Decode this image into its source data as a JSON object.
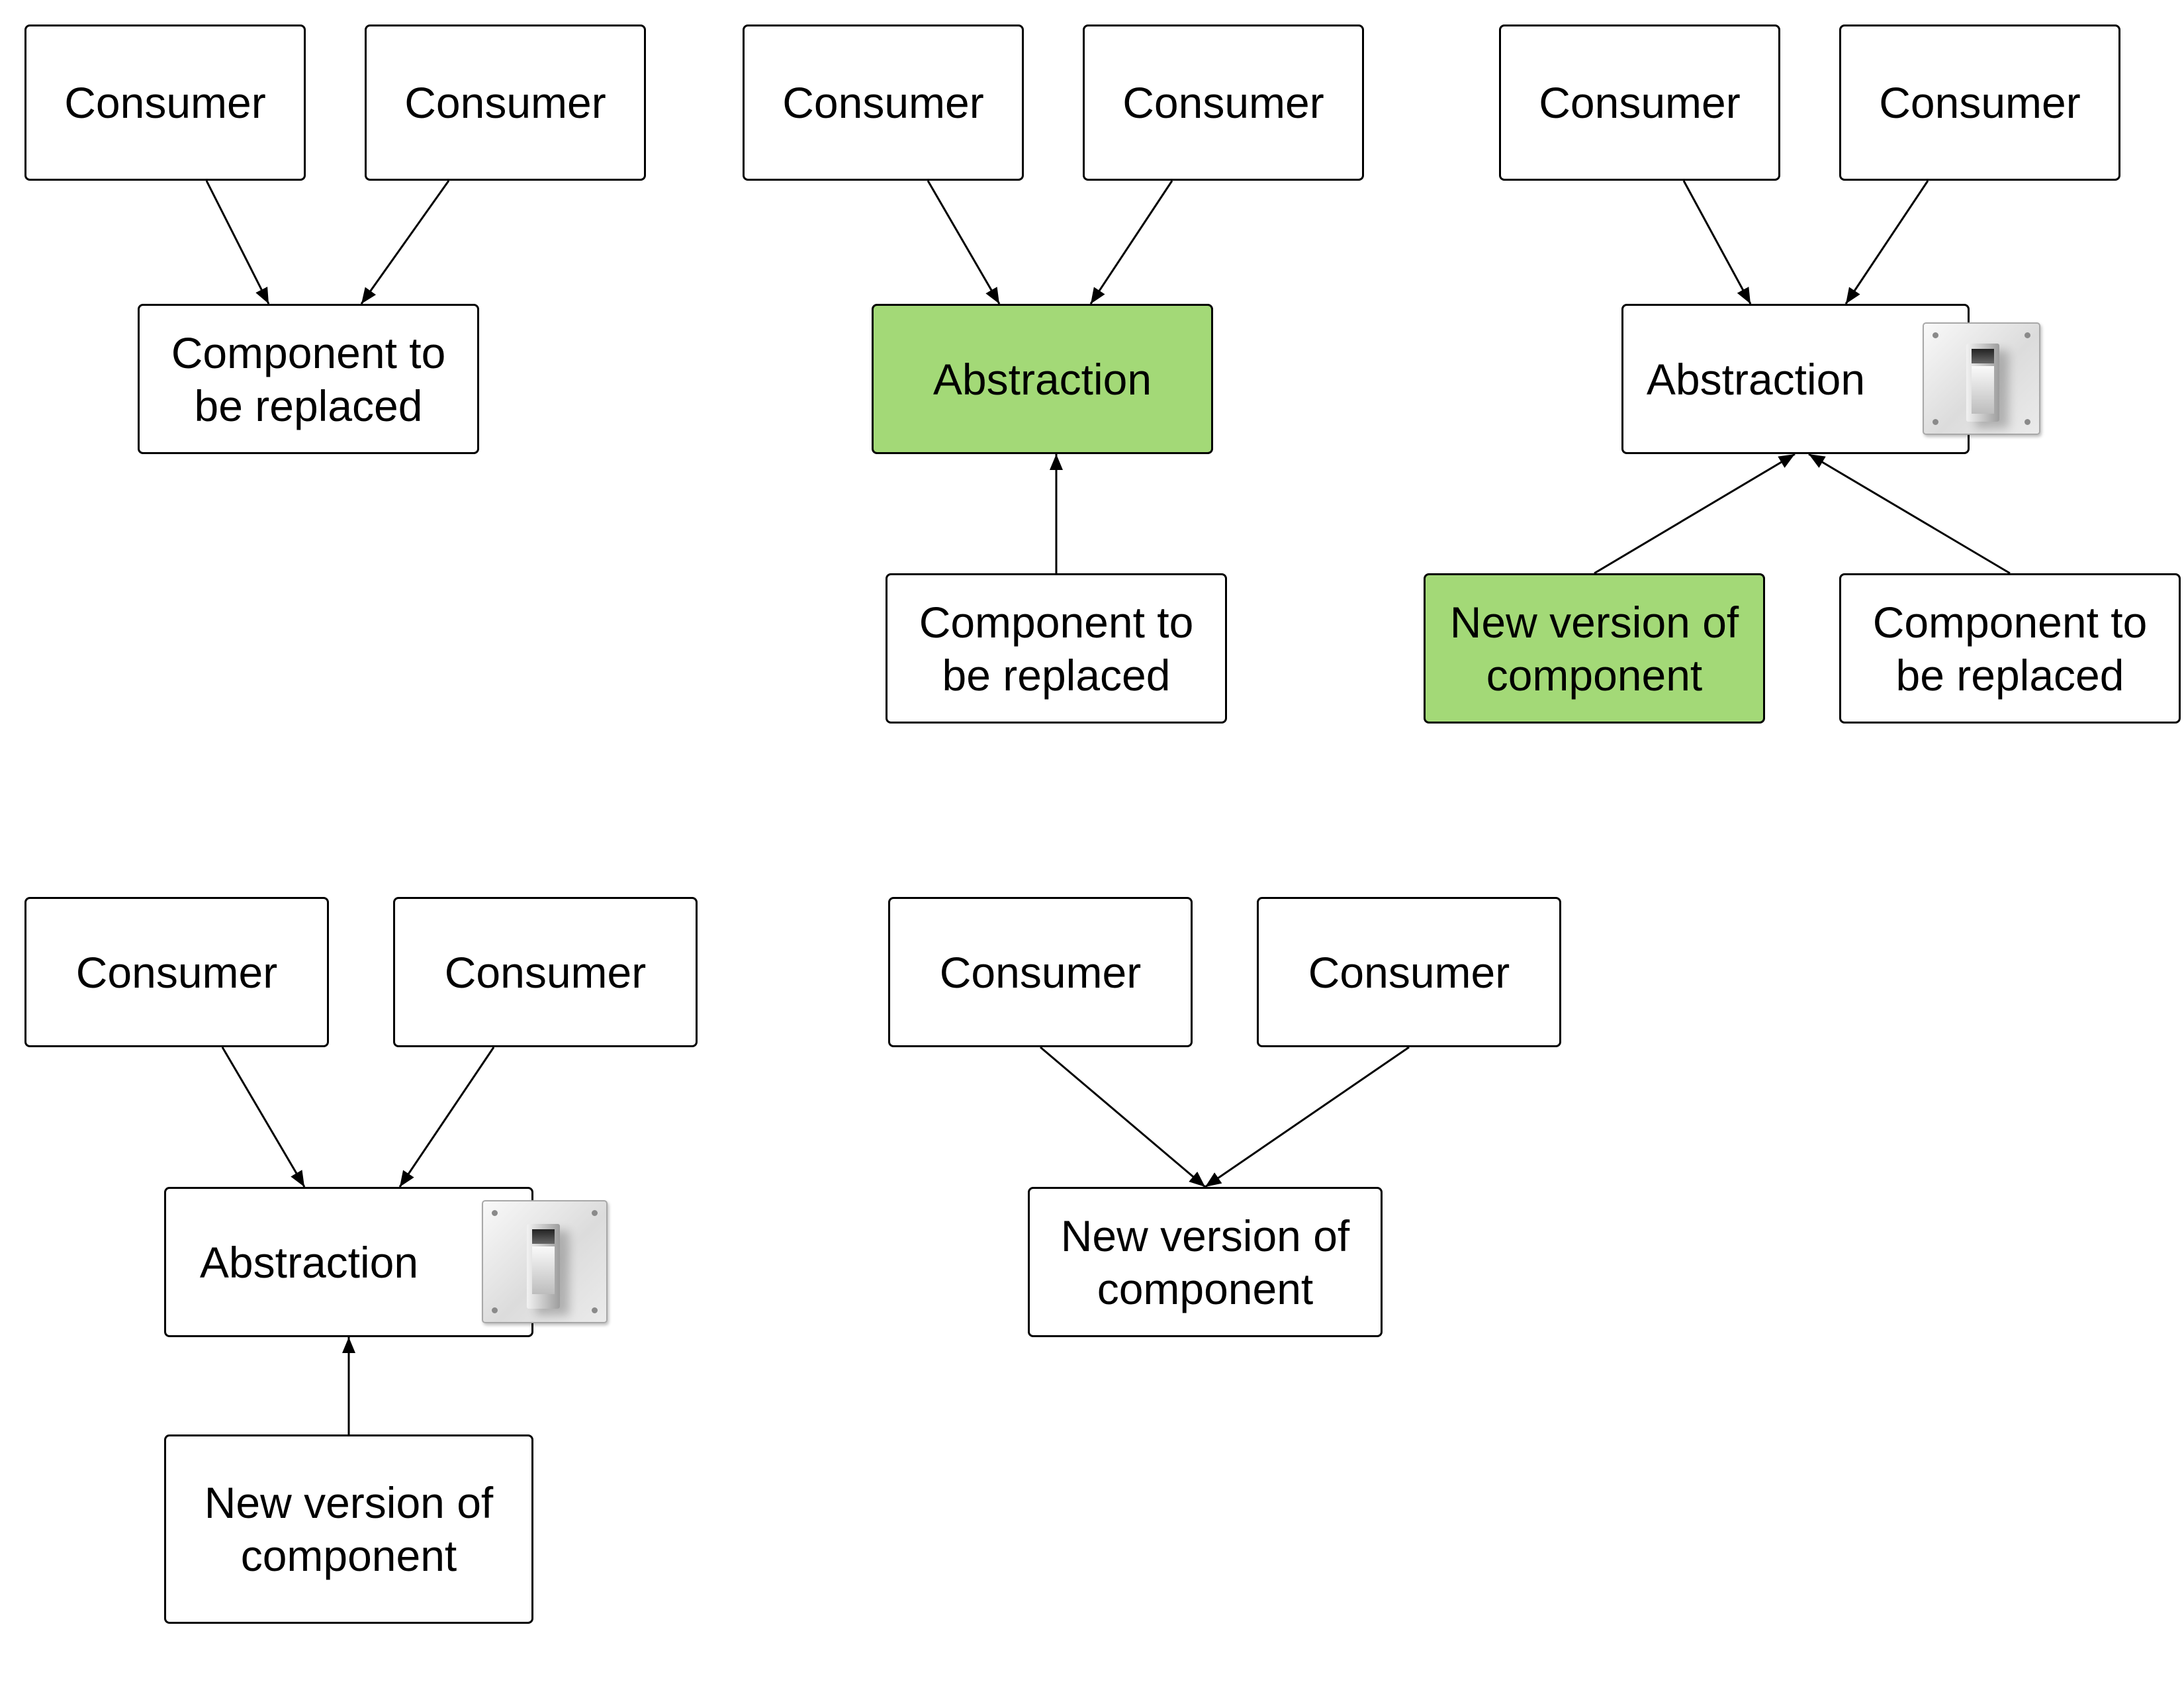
{
  "colors": {
    "highlight": "#a3d977",
    "stroke": "#000000",
    "fill": "#ffffff"
  },
  "icons": {
    "switch": "switch-icon"
  },
  "nodes": [
    {
      "id": "n1",
      "label": "Consumer",
      "highlighted": false,
      "switch": false
    },
    {
      "id": "n2",
      "label": "Consumer",
      "highlighted": false,
      "switch": false
    },
    {
      "id": "n3",
      "label": "Component to\nbe replaced",
      "highlighted": false,
      "switch": false
    },
    {
      "id": "n4",
      "label": "Consumer",
      "highlighted": false,
      "switch": false
    },
    {
      "id": "n5",
      "label": "Consumer",
      "highlighted": false,
      "switch": false
    },
    {
      "id": "n6",
      "label": "Abstraction",
      "highlighted": true,
      "switch": false
    },
    {
      "id": "n7",
      "label": "Component to\nbe replaced",
      "highlighted": false,
      "switch": false
    },
    {
      "id": "n8",
      "label": "Consumer",
      "highlighted": false,
      "switch": false
    },
    {
      "id": "n9",
      "label": "Consumer",
      "highlighted": false,
      "switch": false
    },
    {
      "id": "n10",
      "label": "Abstraction",
      "highlighted": false,
      "switch": true
    },
    {
      "id": "n11",
      "label": "New version of\ncomponent",
      "highlighted": true,
      "switch": false
    },
    {
      "id": "n12",
      "label": "Component to\nbe replaced",
      "highlighted": false,
      "switch": false
    },
    {
      "id": "n13",
      "label": "Consumer",
      "highlighted": false,
      "switch": false
    },
    {
      "id": "n14",
      "label": "Consumer",
      "highlighted": false,
      "switch": false
    },
    {
      "id": "n15",
      "label": "Abstraction",
      "highlighted": false,
      "switch": true
    },
    {
      "id": "n16",
      "label": "New version of\ncomponent",
      "highlighted": false,
      "switch": false
    },
    {
      "id": "n17",
      "label": "Consumer",
      "highlighted": false,
      "switch": false
    },
    {
      "id": "n18",
      "label": "Consumer",
      "highlighted": false,
      "switch": false
    },
    {
      "id": "n19",
      "label": "New version of\ncomponent",
      "highlighted": false,
      "switch": false
    }
  ],
  "edges": [
    {
      "from": "n1",
      "to": "n3"
    },
    {
      "from": "n2",
      "to": "n3"
    },
    {
      "from": "n4",
      "to": "n6"
    },
    {
      "from": "n5",
      "to": "n6"
    },
    {
      "from": "n7",
      "to": "n6"
    },
    {
      "from": "n8",
      "to": "n10"
    },
    {
      "from": "n9",
      "to": "n10"
    },
    {
      "from": "n11",
      "to": "n10"
    },
    {
      "from": "n12",
      "to": "n10"
    },
    {
      "from": "n13",
      "to": "n15"
    },
    {
      "from": "n14",
      "to": "n15"
    },
    {
      "from": "n16",
      "to": "n15"
    },
    {
      "from": "n17",
      "to": "n19"
    },
    {
      "from": "n18",
      "to": "n19"
    }
  ]
}
